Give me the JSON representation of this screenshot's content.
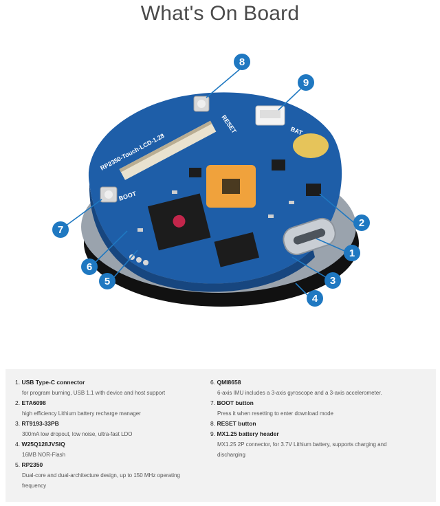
{
  "page": {
    "title": "What's On Board"
  },
  "board": {
    "silkscreen": {
      "product": "RP2350-Touch-LCD-1.28",
      "reset": "RESET",
      "bat": "BAT",
      "boot": "BOOT"
    },
    "callouts": [
      "1",
      "2",
      "3",
      "4",
      "5",
      "6",
      "7",
      "8",
      "9"
    ],
    "colors": {
      "callout_blue": "#1f78c1",
      "pcb_blue": "#1e5ea8",
      "chip_black": "#1c1c1c",
      "imu_orange": "#f0a23c"
    }
  },
  "components": [
    {
      "num": "1.",
      "name": "USB Type-C connector",
      "desc": [
        "for program burning, USB 1.1 with device and host support"
      ]
    },
    {
      "num": "2.",
      "name": "ETA6098",
      "desc": [
        "high efficiency Lithium battery recharge manager"
      ]
    },
    {
      "num": "3.",
      "name": "RT9193-33PB",
      "desc": [
        "300mA low dropout, low noise, ultra-fast LDO"
      ]
    },
    {
      "num": "4.",
      "name": "W25Q128JVSIQ",
      "desc": [
        "16MB NOR-Flash"
      ]
    },
    {
      "num": "5.",
      "name": "RP2350",
      "desc": [
        "Dual-core and dual-architecture design, up to 150 MHz operating",
        "frequency"
      ]
    },
    {
      "num": "6.",
      "name": "QMI8658",
      "desc": [
        "6-axis IMU includes a 3-axis gyroscope and a 3-axis accelerometer."
      ]
    },
    {
      "num": "7.",
      "name": "BOOT button",
      "desc": [
        "Press it when resetting to enter download mode"
      ]
    },
    {
      "num": "8.",
      "name": "RESET button",
      "desc": []
    },
    {
      "num": "9.",
      "name": "MX1.25 battery header",
      "desc": [
        "MX1.25 2P connector, for 3.7V Lithium battery, supports charging and",
        "discharging"
      ]
    }
  ]
}
